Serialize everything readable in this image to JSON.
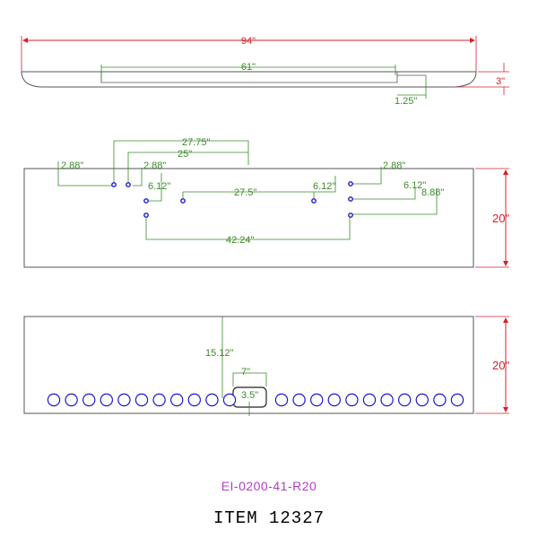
{
  "colors": {
    "outline": "#555555",
    "red_dimension": "#d4202a",
    "green_dimension": "#3a8a2a",
    "hole": "#1a1acc",
    "caption_magenta": "#b43cc8"
  },
  "top_view": {
    "overall_width": "94\"",
    "inner_span": "61\"",
    "height": "3\"",
    "edge_offset": "1.25\""
  },
  "middle_view": {
    "dim_27_75": "27.75\"",
    "dim_25": "25\"",
    "dim_2_88_left_a": "2.88\"",
    "dim_2_88_left_b": "2.88\"",
    "dim_6_12_left": "6.12\"",
    "dim_27_5": "27.5\"",
    "dim_6_12_center": "6.12\"",
    "dim_2_88_right": "2.88\"",
    "dim_6_12_right": "6.12\"",
    "dim_8_88_right": "8.88\"",
    "dim_42_24": "42.24\"",
    "height": "20\""
  },
  "bottom_view": {
    "dim_15_12": "15.12\"",
    "dim_7": "7\"",
    "dim_3_5": "3.5\"",
    "height": "20\"",
    "light_count": 22
  },
  "captions": {
    "part_number": "EI-0200-41-R20",
    "item": "ITEM 12327"
  }
}
